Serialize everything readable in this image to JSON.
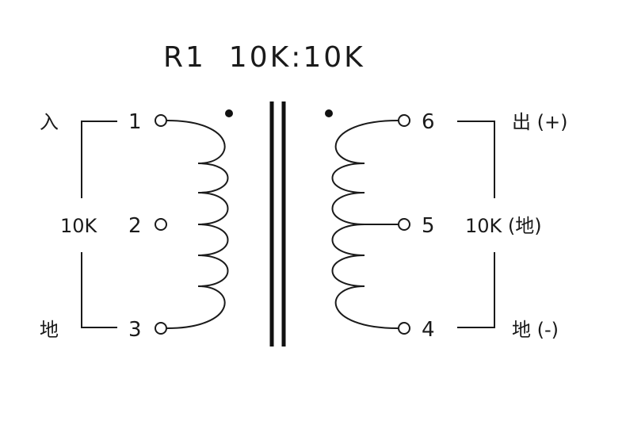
{
  "title": "R1  10K:10K",
  "primary": {
    "pins": [
      "1",
      "2",
      "3"
    ],
    "label_in": "入",
    "label_impedance": "10K",
    "label_ground": "地"
  },
  "secondary": {
    "pins": [
      "6",
      "5",
      "4"
    ],
    "label_out": "出 (+)",
    "label_impedance": "10K (地)",
    "label_ground": "地 (-)"
  }
}
